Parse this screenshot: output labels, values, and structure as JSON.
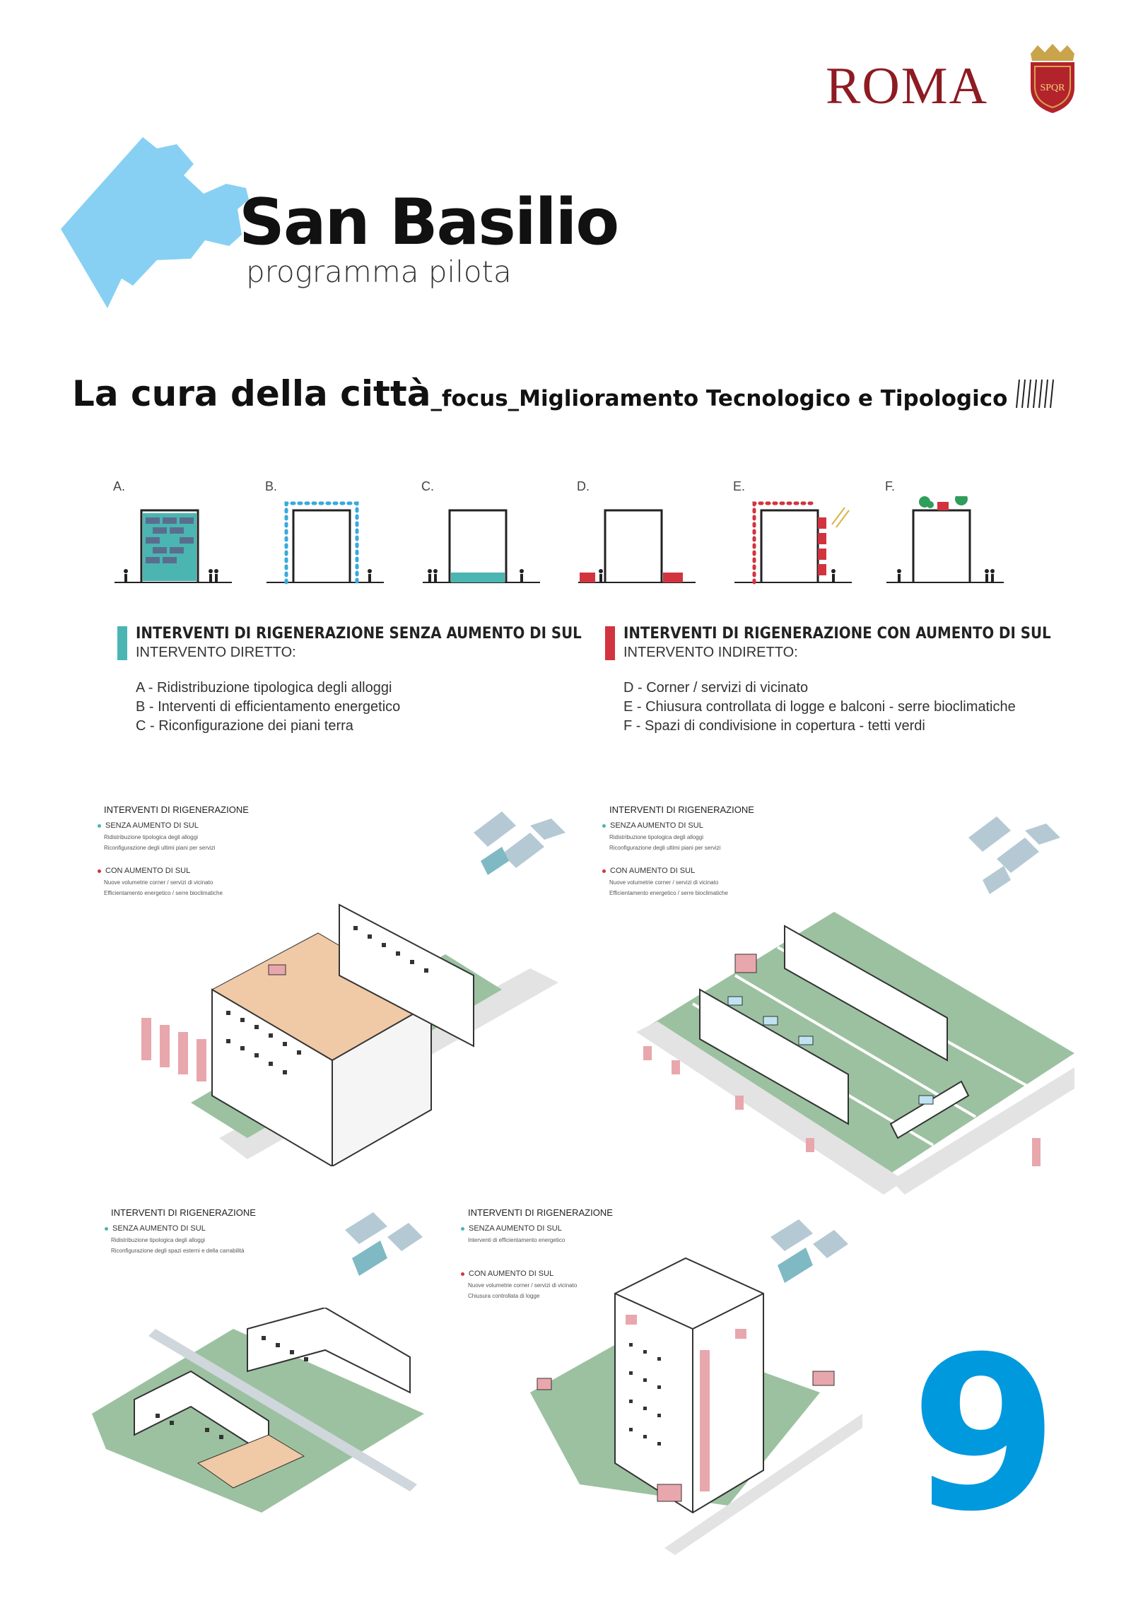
{
  "header": {
    "logo_text": "ROMA",
    "crest_text": "SPQR"
  },
  "hero": {
    "title": "San Basilio",
    "subtitle": "programma pilota"
  },
  "focus_heading": {
    "main": "La cura della città",
    "focus_text": "_focus_Miglioramento Tecnologico e Tipologico"
  },
  "diagrams": [
    {
      "label": "A."
    },
    {
      "label": "B."
    },
    {
      "label": "C."
    },
    {
      "label": "D."
    },
    {
      "label": "E."
    },
    {
      "label": "F."
    }
  ],
  "legend": {
    "left": {
      "heading": "INTERVENTI DI RIGENERAZIONE SENZA AUMENTO DI SUL",
      "subheading": "INTERVENTO DIRETTO:",
      "items": [
        "A - Ridistribuzione tipologica degli alloggi",
        "B - Interventi di efficientamento energetico",
        "C - Riconfigurazione dei piani terra"
      ]
    },
    "right": {
      "heading": "INTERVENTI DI RIGENERAZIONE CON AUMENTO DI SUL",
      "subheading": "INTERVENTO INDIRETTO:",
      "items": [
        "D - Corner / servizi di vicinato",
        "E - Chiusura controllata di logge e balconi - serre bioclimatiche",
        "F - Spazi di condivisione in copertura - tetti verdi"
      ]
    }
  },
  "panels": [
    {
      "title": "INTERVENTI DI RIGENERAZIONE",
      "senza": "SENZA AUMENTO DI SUL",
      "senza_details": [
        "Ridistribuzione tipologica degli alloggi",
        "Riconfigurazione degli ultimi piani per servizi"
      ],
      "con": "CON AUMENTO DI SUL",
      "con_details": [
        "Nuove volumetrie  corner / servizi di vicinato",
        "Efficientamento energetico / serre bioclimatiche"
      ]
    },
    {
      "title": "INTERVENTI DI RIGENERAZIONE",
      "senza": "SENZA AUMENTO DI SUL",
      "senza_details": [
        "Ridistribuzione tipologica degli alloggi",
        "Riconfigurazione degli ultimi piani per servizi"
      ],
      "con": "CON AUMENTO DI SUL",
      "con_details": [
        "Nuove volumetrie  corner / servizi di vicinato",
        "Efficientamento energetico / serre bioclimatiche"
      ]
    },
    {
      "title": "INTERVENTI DI RIGENERAZIONE",
      "senza": "SENZA AUMENTO DI SUL",
      "senza_details": [
        "Ridistribuzione tipologica degli alloggi",
        "Riconfigurazione degli spazi esterni e della carrabilità"
      ]
    },
    {
      "title": "INTERVENTI DI RIGENERAZIONE",
      "senza": "SENZA AUMENTO DI SUL",
      "senza_details": [
        "Interventi di efficientamento energetico"
      ],
      "con": "CON AUMENTO DI SUL",
      "con_details": [
        "Nuove volumetrie corner / servizi di vicinato",
        "Chiusura controllata di logge"
      ]
    }
  ],
  "page_number": "9",
  "colors": {
    "teal": "#4bb5b1",
    "red": "#d1343f",
    "blue_dots": "#38a9dd",
    "map_blue": "#87d0f3",
    "green": "#8fb394",
    "page_number": "#0099dd",
    "roma_red": "#8e1b22"
  }
}
